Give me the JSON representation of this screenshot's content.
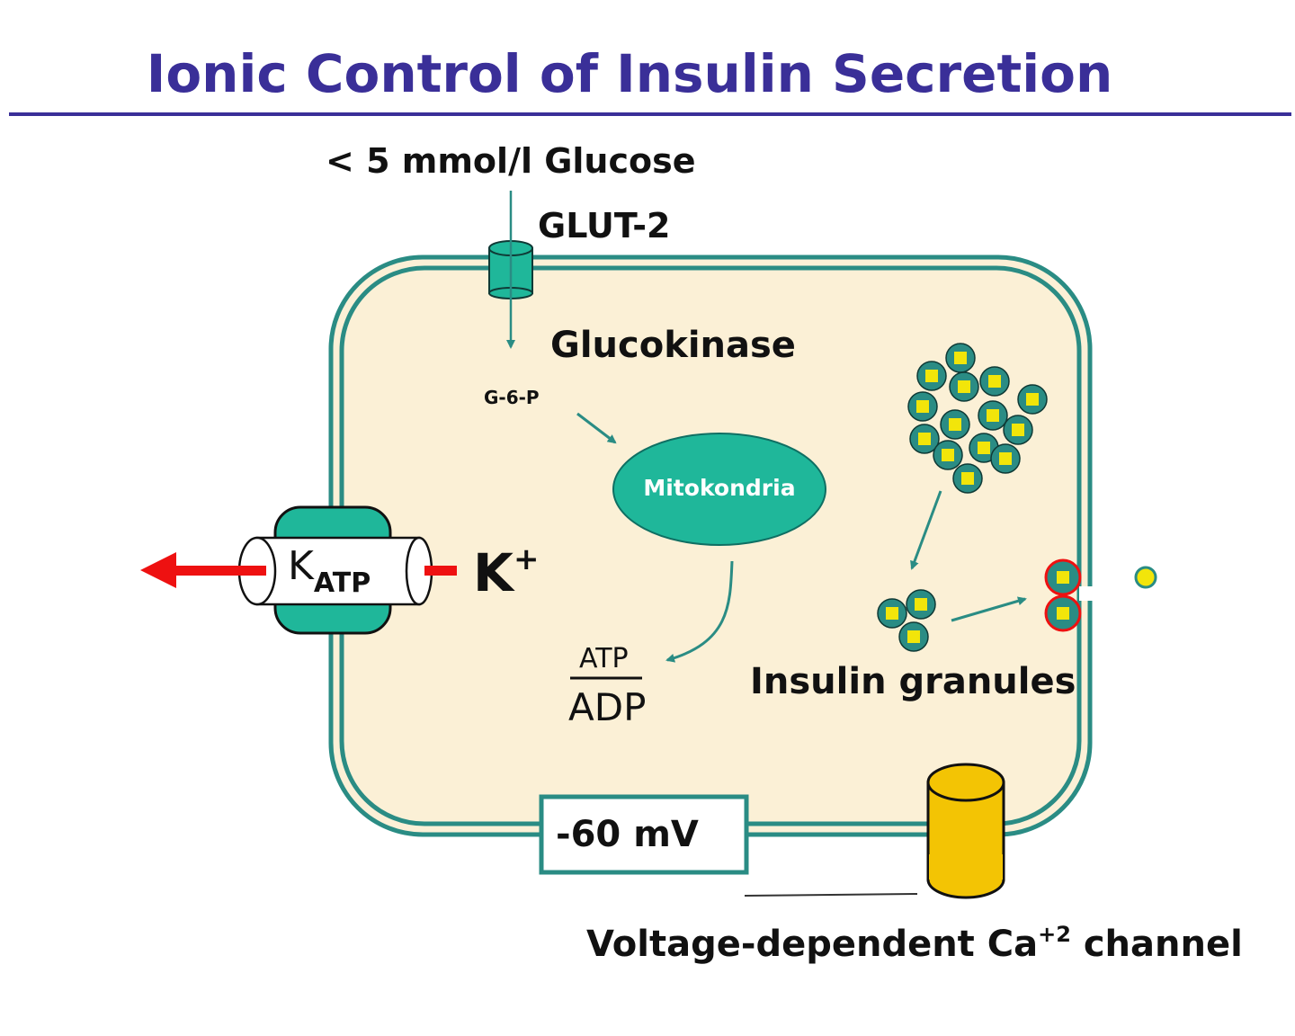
{
  "title": "Ionic Control of Insulin Secretion",
  "labels": {
    "glucose": "< 5 mmol/l Glucose",
    "glut2": "GLUT-2",
    "glucokinase": "Glucokinase",
    "g6p": "G-6-P",
    "mitochondria": "Mitokondria",
    "atp": "ATP",
    "adp": "ADP",
    "katp_main": "K",
    "katp_sub": "ATP",
    "k_ion": "K",
    "k_ion_charge": "+",
    "insulin_granules": "Insulin granules",
    "membrane_potential": "-60 mV",
    "ca_channel_prefix": "Voltage-dependent Ca",
    "ca_channel_charge": "+2",
    "ca_channel_suffix": " channel"
  },
  "colors": {
    "title": "#3a2f98",
    "membrane": "#2a8c84",
    "cytoplasm": "#fbf0d6",
    "mitochondria": "#1fb79a",
    "granule_core": "#f2e50a",
    "k_arrow": "#ee1111",
    "ca_channel": "#f3c404"
  }
}
